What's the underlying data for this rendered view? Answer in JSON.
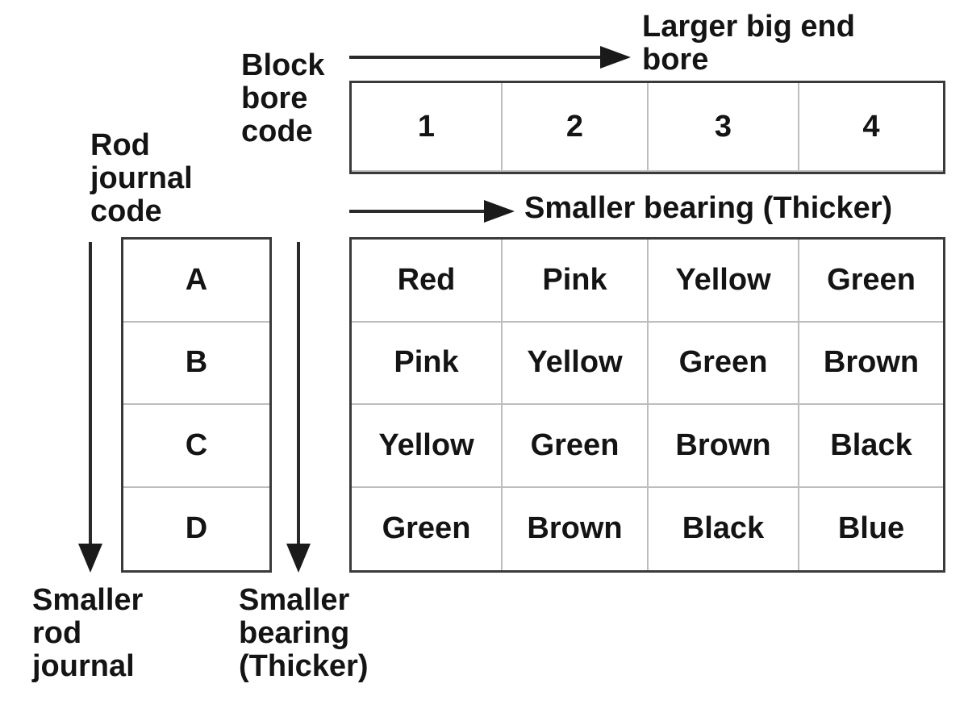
{
  "labels": {
    "larger_big_end_bore": "Larger big end\nbore",
    "block_bore_code": "Block\nbore\ncode",
    "rod_journal_code": "Rod\njournal\ncode",
    "smaller_bearing_horizontal": "Smaller bearing (Thicker)",
    "smaller_rod_journal": "Smaller\nrod\njournal",
    "smaller_bearing_vertical": "Smaller\nbearing\n(Thicker)"
  },
  "block_bore_codes": [
    "1",
    "2",
    "3",
    "4"
  ],
  "rod_journal_codes": [
    "A",
    "B",
    "C",
    "D"
  ],
  "bearing_colors": [
    [
      "Red",
      "Pink",
      "Yellow",
      "Green"
    ],
    [
      "Pink",
      "Yellow",
      "Green",
      "Brown"
    ],
    [
      "Yellow",
      "Green",
      "Brown",
      "Black"
    ],
    [
      "Green",
      "Brown",
      "Black",
      "Blue"
    ]
  ]
}
